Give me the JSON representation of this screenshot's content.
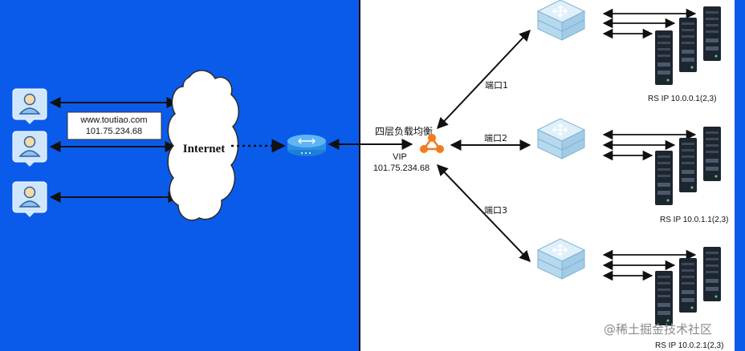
{
  "diagram": {
    "domain_label": "www.toutiao.com",
    "domain_ip": "101.75.234.68",
    "internet_label": "Internet",
    "lb_label": "四层负载均衡",
    "vip_label": "VIP",
    "vip_ip": "101.75.234.68",
    "ports": [
      "端口1",
      "端口2",
      "端口3"
    ],
    "rs_labels": [
      "RS IP 10.0.0.1(2,3)",
      "RS IP 10.0.1.1(2,3)",
      "RS IP 10.0.2.1(2,3)"
    ],
    "watermark": "@稀土掘金技术社区"
  },
  "colors": {
    "left_background": "#0b5bea",
    "lb_node": "#f47a20",
    "switch_fill": "#c9e6f7",
    "server_body": "#1d2630"
  },
  "icons": [
    "user-icon",
    "cloud-icon",
    "router-icon",
    "load-balancer-icon",
    "switch-icon",
    "server-rack-icon"
  ]
}
